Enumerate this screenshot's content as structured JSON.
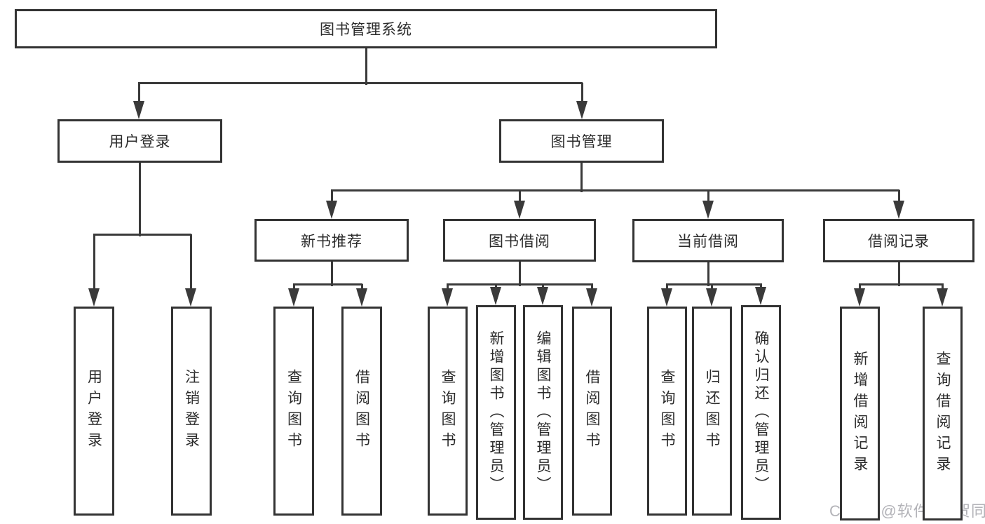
{
  "diagram": {
    "title": "图书管理系统",
    "labels": {
      "root": "图书管理系统",
      "user_login": "用户登录",
      "book_mgmt": "图书管理",
      "new_book_rec": "新书推荐",
      "book_borrow": "图书借阅",
      "current_borrow": "当前借阅",
      "borrow_record": "借阅记录",
      "login": "用户登录",
      "logout": "注销登录",
      "nb_query": "查询图书",
      "nb_borrow": "借阅图书",
      "bb_query": "查询图书",
      "bb_add": "新增图书（管理员）",
      "bb_edit": "编辑图书（管理员）",
      "bb_borrow": "借阅图书",
      "cb_query": "查询图书",
      "cb_return": "归还图书",
      "cb_confirm": "确认归还（管理员）",
      "br_add": "新增借阅记录",
      "br_query": "查询借阅记录"
    },
    "colors": {
      "line": "#3a3a3a",
      "border": "#333333",
      "text": "#2b2b2b",
      "background": "#ffffff",
      "watermark": "#b3b3b8"
    }
  },
  "watermark": {
    "text": "CSDN @软件_小贺同学"
  }
}
